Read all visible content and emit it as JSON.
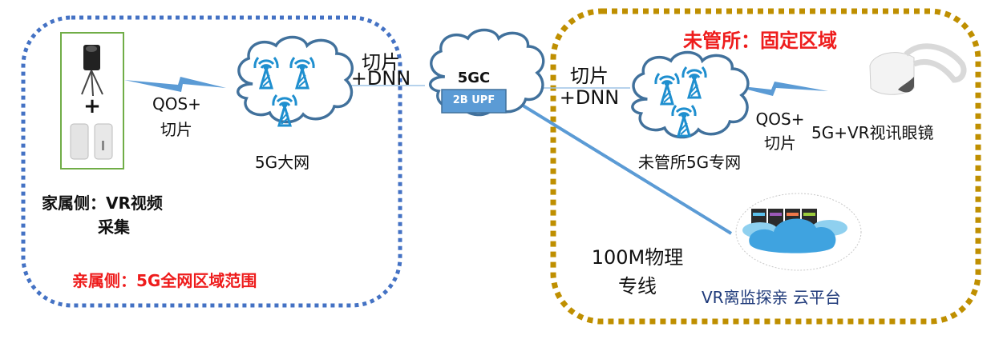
{
  "colors": {
    "left_zone_border": "#4472c4",
    "right_zone_border": "#bf8f00",
    "cloud_stroke": "#41719c",
    "antenna": "#1f8fcf",
    "link_line": "#5b9bd5",
    "upf_fill": "#5b9bd5",
    "red_title": "#ee1c1c",
    "platform_text": "#1f3a7a",
    "device_frame": "#70ad47"
  },
  "left_zone": {
    "device_plus": "+",
    "device_icons": [
      "vr-camera-tripod-icon",
      "cpe-router-icon"
    ],
    "wireless_link_label_line1": "QOS+",
    "wireless_link_label_line2": "切片",
    "network_cloud_label": "5G大网",
    "caption_line1": "家属侧：VR视频",
    "caption_line2": "采集",
    "zone_title": "亲属侧：5G全网区域范围"
  },
  "core": {
    "left_link_label_line1": "切片",
    "left_link_label_line2": "+DNN",
    "core_label": "5GC",
    "upf_label": "2B UPF",
    "right_link_label_line1": "切片",
    "right_link_label_line2": "+DNN"
  },
  "right_zone": {
    "zone_title": "未管所：固定区域",
    "network_cloud_label": "未管所5G专网",
    "wireless_link_label_line1": "QOS+",
    "wireless_link_label_line2": "切片",
    "headset_label": "5G+VR视讯眼镜",
    "dedicated_line_label_line1": "100M物理",
    "dedicated_line_label_line2": "专线",
    "platform_label": "VR离监探亲 云平台",
    "server_colors": [
      "#5bc0eb",
      "#9b59b6",
      "#f0784a",
      "#9ccc3c"
    ]
  }
}
